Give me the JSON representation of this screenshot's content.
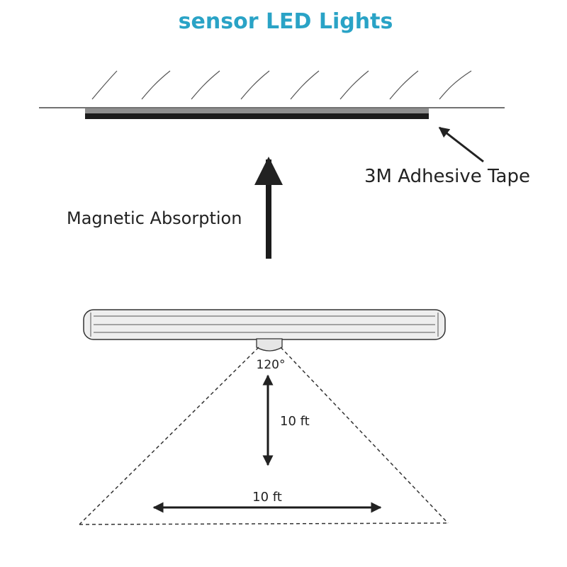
{
  "title": "sensor LED Lights",
  "colors": {
    "title": "#2aa3c6",
    "line": "#222222",
    "strip_dark": "#1b1b1b",
    "strip_gray": "#8e8e8e",
    "light_body": "#eeeeee"
  },
  "labels": {
    "tape": "3M Adhesive Tape",
    "magnetic": "Magnetic Absorption",
    "angle": "120°",
    "vertical_distance": "10 ft",
    "horizontal_distance": "10 ft"
  }
}
